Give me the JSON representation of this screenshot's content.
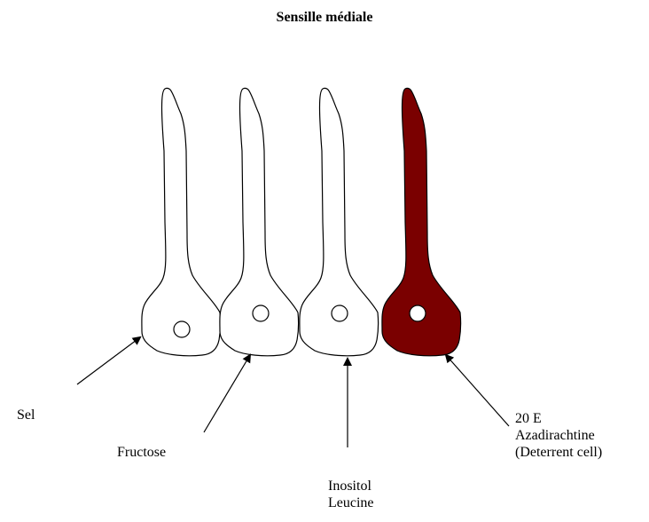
{
  "title": "Sensille médiale",
  "cells": [
    {
      "id": "cell-1",
      "fill": "#ffffff"
    },
    {
      "id": "cell-2",
      "fill": "#ffffff"
    },
    {
      "id": "cell-3",
      "fill": "#ffffff"
    },
    {
      "id": "cell-4",
      "fill": "#7a0000"
    }
  ],
  "labels": {
    "sel": "Sel",
    "fructose": "Fructose",
    "inositol": [
      "Inositol",
      "Leucine"
    ],
    "deterrent": [
      "20 E",
      "Azadirachtine",
      "(Deterrent cell)"
    ]
  },
  "colors": {
    "outline": "#000000",
    "deterrent_fill": "#7a0000",
    "nucleus_fill": "#ffffff"
  }
}
